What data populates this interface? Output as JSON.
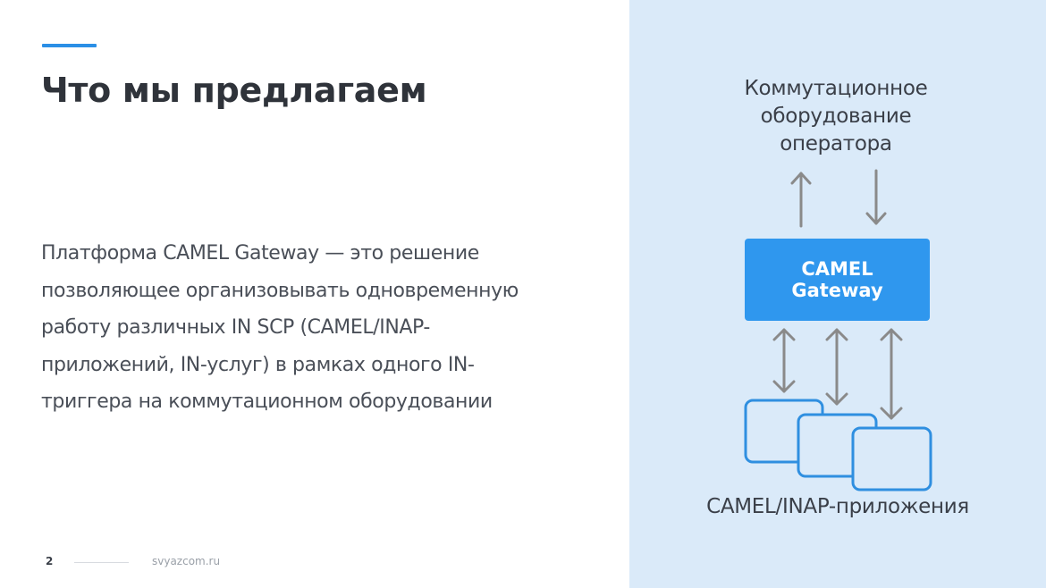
{
  "slide": {
    "title": "Что мы предлагаем",
    "description": "Платформа CAMEL Gateway — это решение позволяющее организовывать одновременную работу различных IN SCP (CAMEL/INAP-приложений, IN-услуг) в рамках одного IN-триггера на коммутационном оборудовании",
    "page_number": "2",
    "website": "svyazcom.ru",
    "accent_color": "#2b8fe6"
  },
  "diagram": {
    "top_label": "Коммутационное оборудование оператора",
    "gateway_label": "CAMEL Gateway",
    "bottom_label": "CAMEL/INAP-приложения",
    "panel_color": "#daeaf9",
    "gateway_color": "#2f97ee",
    "arrow_color": "#8a8a8a",
    "app_border_color": "#2f8fe0"
  }
}
